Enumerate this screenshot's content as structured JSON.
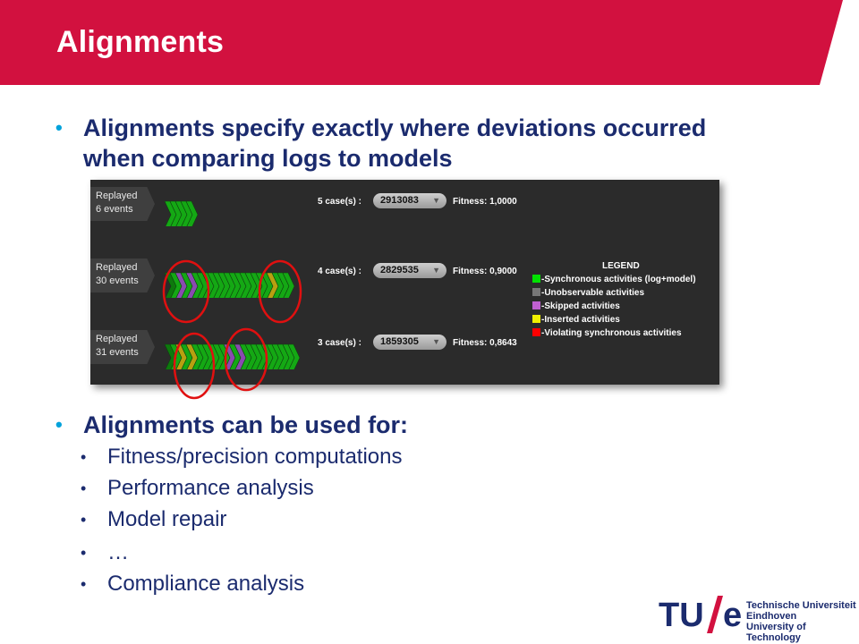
{
  "slide": {
    "title": "Alignments",
    "colors": {
      "header": "#d2113f",
      "text": "#1b2b6e",
      "bullet_accent": "#00a2db"
    },
    "bullets": [
      {
        "text": "Alignments specify exactly where deviations occurred when comparing logs to models"
      },
      {
        "text": "Alignments can be used for:"
      }
    ],
    "sub_bullets": [
      "Fitness/precision computations",
      "Performance analysis",
      "Model repair",
      "…",
      "Compliance analysis"
    ]
  },
  "screenshot": {
    "rows": [
      {
        "replayed": "Replayed",
        "events": "6 events",
        "cases_label": "5 case(s) :",
        "case_id": "2913083",
        "fitness": "Fitness: 1,0000"
      },
      {
        "replayed": "Replayed",
        "events": "30 events",
        "cases_label": "4 case(s) :",
        "case_id": "2829535",
        "fitness": "Fitness: 0,9000"
      },
      {
        "replayed": "Replayed",
        "events": "31 events",
        "cases_label": "3 case(s) :",
        "case_id": "1859305",
        "fitness": "Fitness: 0,8643"
      }
    ],
    "legend": {
      "title": "LEGEND",
      "items": [
        {
          "label": "-Synchronous activities (log+model)",
          "color": "#00e000"
        },
        {
          "label": "-Unobservable activities",
          "color": "#777777"
        },
        {
          "label": "-Skipped activities",
          "color": "#c060d0"
        },
        {
          "label": "-Inserted activities",
          "color": "#f0f000"
        },
        {
          "label": "-Violating synchronous activities",
          "color": "#ff0000"
        }
      ]
    },
    "dropdown_icon": "triangle-down-icon"
  },
  "logo": {
    "mark": "TU/e",
    "line1": "Technische Universiteit",
    "line2": "Eindhoven",
    "line3": "University of Technology"
  }
}
